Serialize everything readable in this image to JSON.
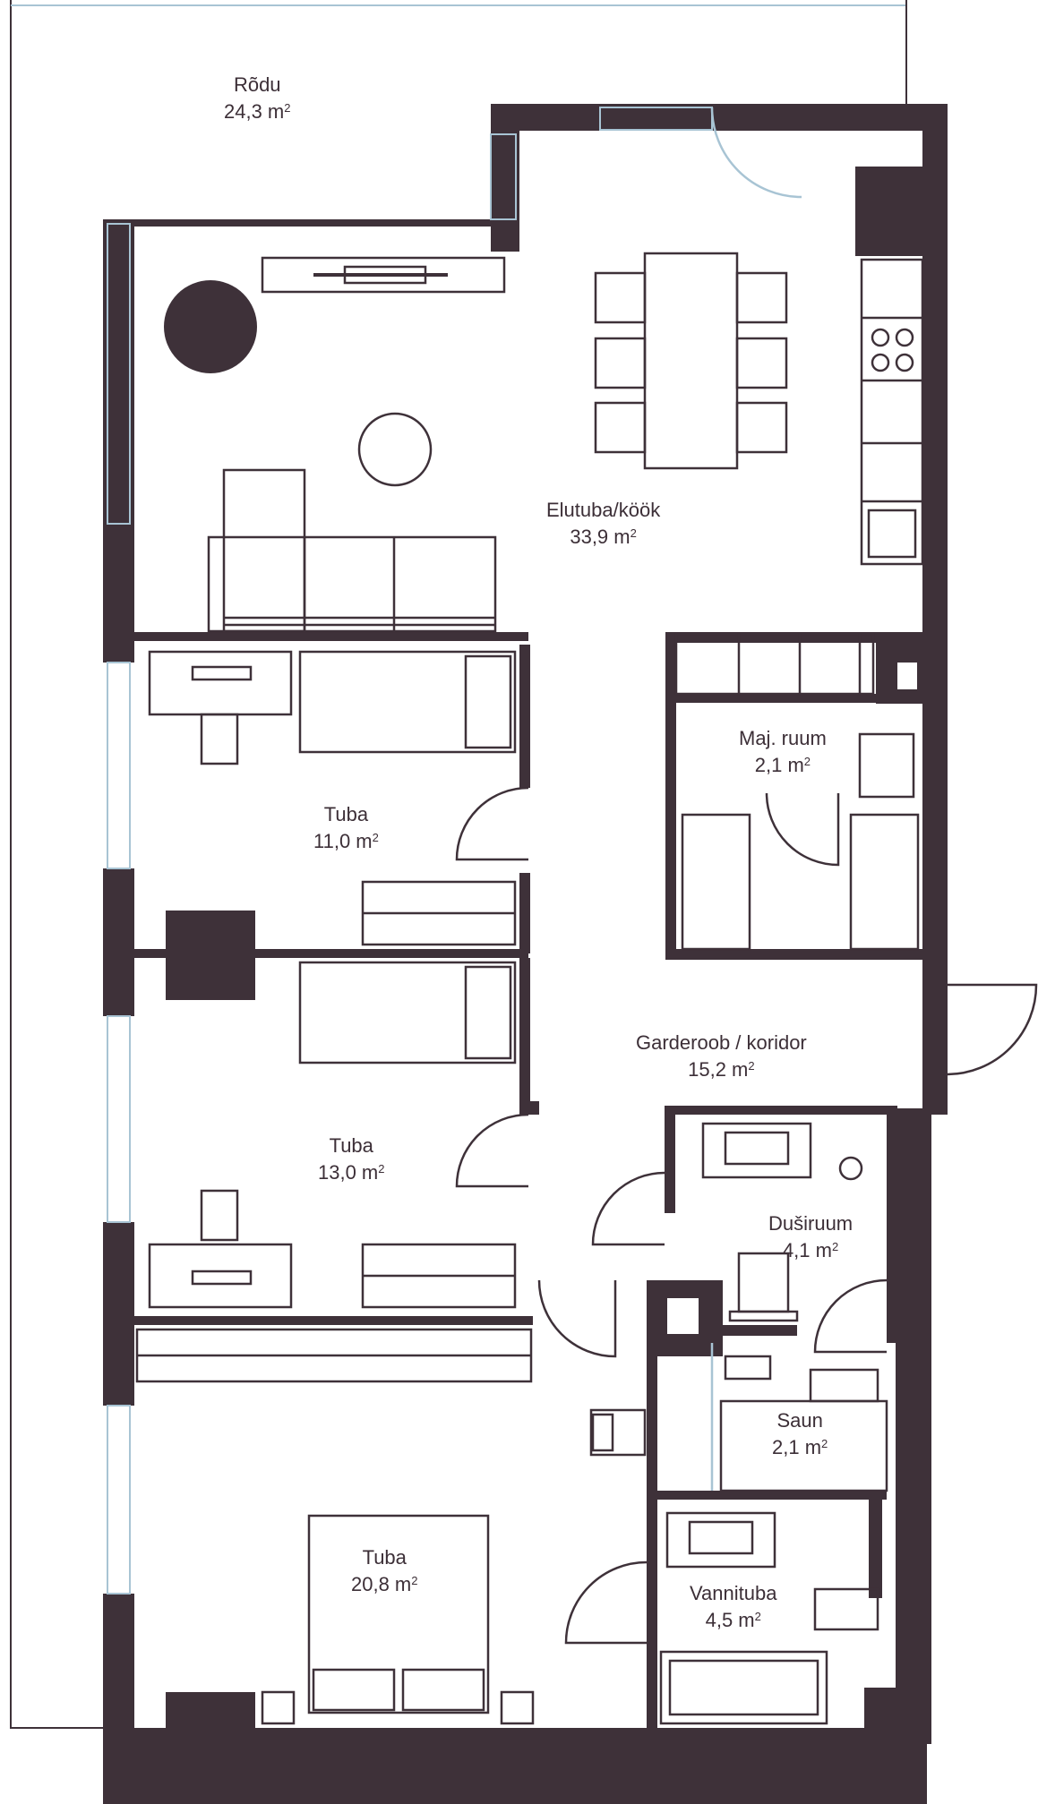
{
  "plan": {
    "wall_color": "#3e3139",
    "line_color": "#3e3139",
    "glass_color": "#a8c4d4",
    "rooms": [
      {
        "id": "rodu",
        "name": "Rõdu",
        "area": "24,3 m"
      },
      {
        "id": "elutuba",
        "name": "Elutuba/köök",
        "area": "33,9 m"
      },
      {
        "id": "tuba1",
        "name": "Tuba",
        "area": "11,0 m"
      },
      {
        "id": "majruum",
        "name": "Maj. ruum",
        "area": "2,1 m"
      },
      {
        "id": "garderoob",
        "name": "Garderoob / koridor",
        "area": "15,2 m"
      },
      {
        "id": "tuba2",
        "name": "Tuba",
        "area": "13,0 m"
      },
      {
        "id": "dusiruum",
        "name": "Duširuum",
        "area": "4,1 m"
      },
      {
        "id": "saun",
        "name": "Saun",
        "area": "2,1 m"
      },
      {
        "id": "tuba3",
        "name": "Tuba",
        "area": "20,8 m"
      },
      {
        "id": "vannituba",
        "name": "Vannituba",
        "area": "4,5 m"
      }
    ],
    "area_unit_superscript": "2"
  }
}
